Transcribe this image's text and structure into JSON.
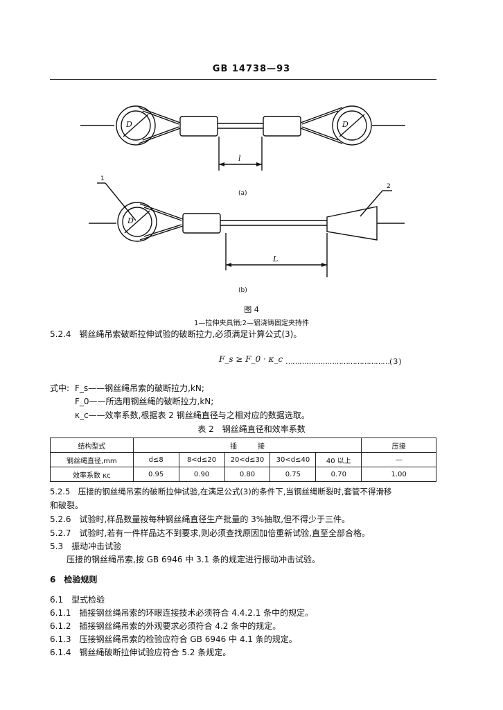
{
  "header": {
    "standard_number": "GB 14738—93"
  },
  "figure4": {
    "labels": {
      "d_left": "D",
      "d_right": "D",
      "l_small": "l",
      "d_bottom": "D",
      "l_big": "L",
      "callout_1": "1",
      "callout_2": "2"
    },
    "sub_a": "(a)",
    "sub_b": "(b)",
    "caption": "图 4",
    "legend": "1—拉伸夹具销;2—铝浇铸固定夹持件"
  },
  "sections": {
    "s524": "5.2.4　钢丝绳吊索破断拉伸试验的破断拉力,必须满足计算公式(3)。",
    "formula": "F_s ≥ F_0 · κ_c",
    "formula_number": "………………………………………(３)",
    "where_prefix": "式中:",
    "where_1": "F_s——钢丝绳吊索的破断拉力,kN;",
    "where_2": "F_0——所选用钢丝绳的破断拉力,kN;",
    "where_3": "κ_c——效率系数,根据表 2 钢丝绳直径与之相对应的数据选取。",
    "table_title": "表 2　钢丝绳直径和效率系数",
    "s525_line1": "5.2.5　压接的钢丝绳吊索的破断拉伸试验,在满足公式(3)的条件下,当钢丝绳断裂时,套管不得滑移",
    "s525_line2": "和破裂。",
    "s526": "5.2.6　试验时,样品数量按每种钢丝绳直径生产批量的 3%抽取,但不得少于三件。",
    "s527": "5.2.7　试验时,若有一件样品达不到要求,则必须查找原因加倍重新试验,直至全部合格。",
    "s53": "5.3　振动冲击试验",
    "s53_body": "压接的钢丝绳吊索,按 GB 6946 中 3.1 条的规定进行振动冲击试验。",
    "s6": "6　检验规则",
    "s61": "6.1　型式检验",
    "s611": "6.1.1　插接钢丝绳吊索的环眼连接技术必须符合 4.4.2.1 条中的规定。",
    "s612": "6.1.2　插接钢丝绳吊索的外观要求必须符合 4.2 条中的规定。",
    "s613": "6.1.3　压接钢丝绳吊索的检验应符合 GB 6946 中 4.1 条的规定。",
    "s614": "6.1.4　钢丝绳破断拉伸试验应符合 5.2 条规定。"
  },
  "table2": {
    "row1": {
      "label": "结构型式",
      "splice": "插　　　接",
      "press": "压接"
    },
    "row2": {
      "label": "钢丝绳直径,mm",
      "c1": "d≤8",
      "c2": "8<d≤20",
      "c3": "20<d≤30",
      "c4": "30<d≤40",
      "c5": "40 以上",
      "c6": "—"
    },
    "row3": {
      "label": "效率系数 κc",
      "c1": "0.95",
      "c2": "0.90",
      "c3": "0.80",
      "c4": "0.75",
      "c5": "0.70",
      "c6": "1.00"
    }
  }
}
